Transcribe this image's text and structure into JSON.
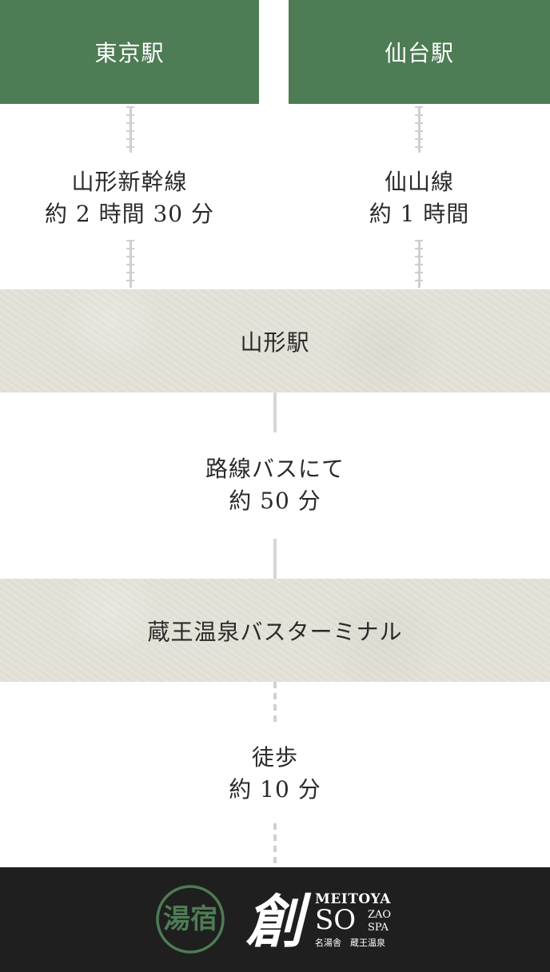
{
  "origins": {
    "left_station": "東京駅",
    "right_station": "仙台駅"
  },
  "legs": {
    "left": {
      "line": "山形新幹線",
      "duration": "約 2 時間 30 分"
    },
    "right": {
      "line": "仙山線",
      "duration": "約 1 時間"
    }
  },
  "stops": {
    "yamagata": "山形駅",
    "bus": {
      "line": "路線バスにて",
      "duration": "約 50 分"
    },
    "terminal": "蔵王温泉バスターミナル",
    "walk": {
      "line": "徒歩",
      "duration": "約 10 分"
    }
  },
  "footer": {
    "seal_text": "湯宿",
    "logo_kanji": "創",
    "brand_top": "MEITOYA",
    "brand_so": "SO",
    "brand_zao": "ZAO",
    "brand_spa": "SPA",
    "brand_jp": "名湯舎　蔵王温泉",
    "colors": {
      "background": "#1f1f1f",
      "seal": "#4e7c54",
      "text": "#ffffff"
    }
  },
  "colors": {
    "green": "#4e7c54",
    "beige": "#e4e2d8",
    "line": "#d0d0d0"
  }
}
